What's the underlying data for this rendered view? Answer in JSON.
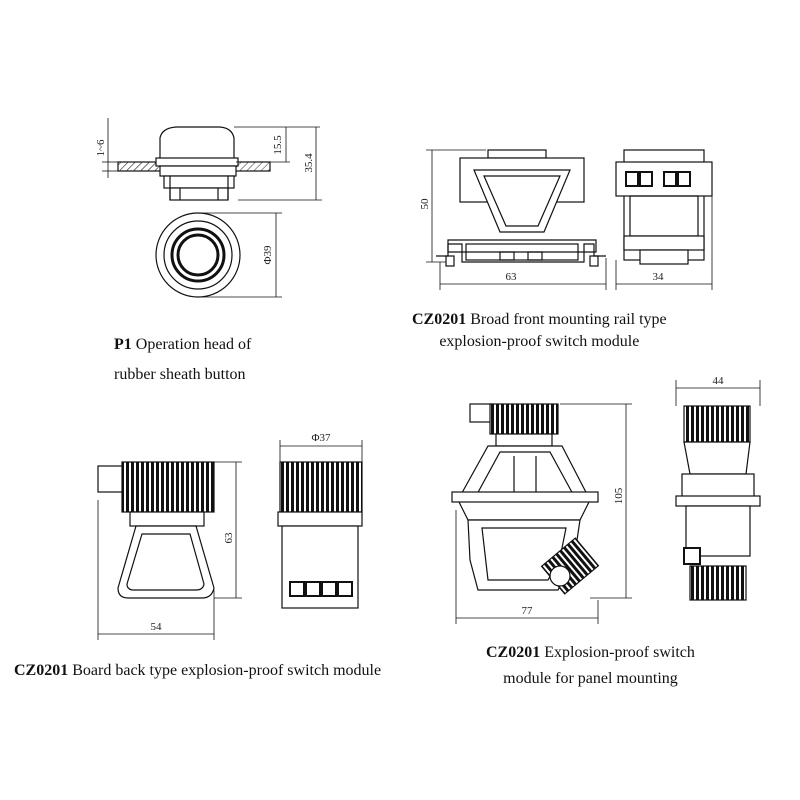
{
  "drawings": {
    "p1": {
      "dims": {
        "thickness": "1~6",
        "head_height": "15.5",
        "total_height": "35.4",
        "diameter": "Φ39"
      },
      "caption": {
        "code": "P1",
        "line1_rest": " Operation head of",
        "line2": "rubber sheath button"
      }
    },
    "rail": {
      "dims": {
        "height": "50",
        "width": "63",
        "depth": "34"
      },
      "caption": {
        "code": "CZ0201",
        "line1_rest": " Broad front mounting rail type",
        "line2": "explosion-proof switch module"
      }
    },
    "board_back": {
      "dims": {
        "diameter": "Φ37",
        "height": "63",
        "width": "54"
      },
      "caption": {
        "code": "CZ0201",
        "line1_rest": " Board back type explosion-proof switch module"
      }
    },
    "panel": {
      "dims": {
        "depth": "44",
        "height": "105",
        "width": "77"
      },
      "caption": {
        "code": "CZ0201",
        "line1_rest": " Explosion-proof switch",
        "line2": "module for panel mounting"
      }
    }
  }
}
